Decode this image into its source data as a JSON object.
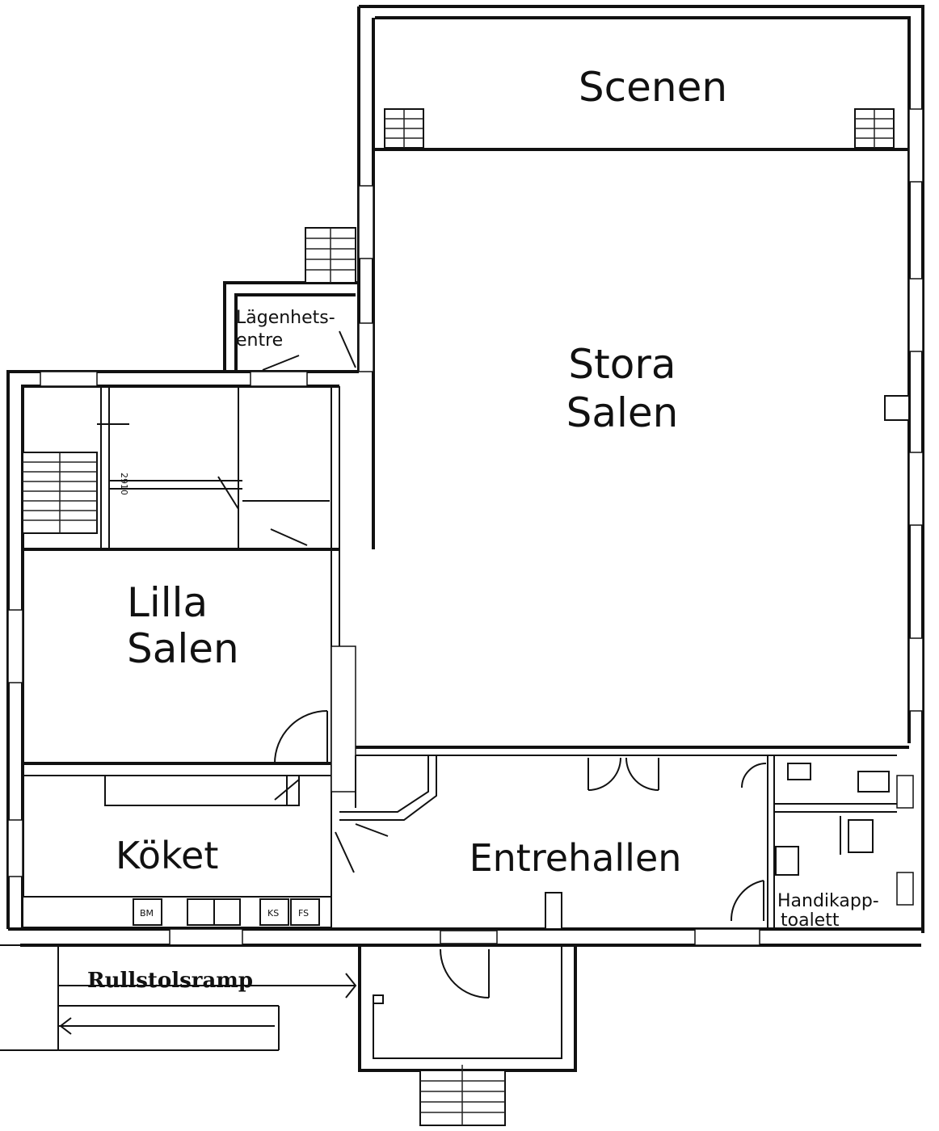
{
  "rooms": {
    "scenen": "Scenen",
    "stora_line1": "Stora",
    "stora_line2": "Salen",
    "lilla_line1": "Lilla",
    "lilla_line2": "Salen",
    "koket": "Köket",
    "entrehallen": "Entrehallen",
    "lagenhet_line1": "Lägenhets-",
    "lagenhet_line2": "entre",
    "handikapp_line1": "Handikapp-",
    "handikapp_line2": "toalett",
    "ramp": "Rullstolsramp"
  },
  "fixtures": {
    "bm": "BM",
    "ks": "KS",
    "fs": "FS",
    "dimension": "2910"
  }
}
